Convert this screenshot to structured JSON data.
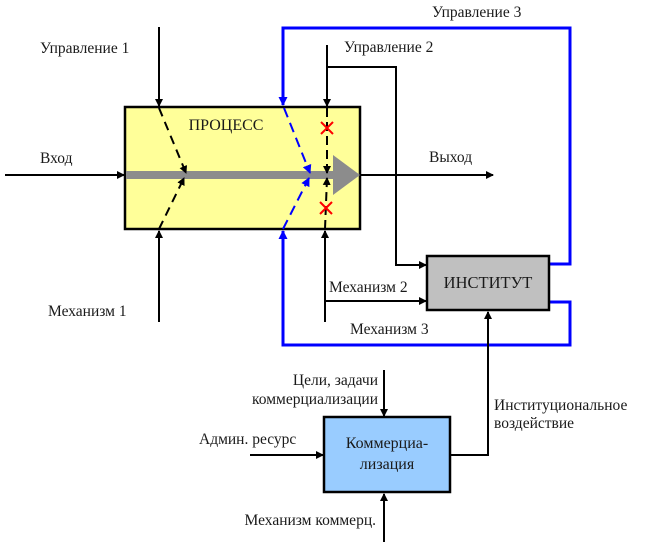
{
  "diagram": {
    "type": "IDEF0-style process diagram",
    "colors": {
      "process_fill": "#FFFF99",
      "institute_fill": "#C0C0C0",
      "commercialization_fill": "#99CCFF",
      "feedback_loop": "#0000FF",
      "blocked_mark": "#FF0000",
      "flow_arrow": "#8C8C8C",
      "line": "#000000"
    },
    "boxes": {
      "process": "ПРОЦЕСС",
      "institute": "ИНСТИТУТ",
      "commercialization_line1": "Коммерциа-",
      "commercialization_line2": "лизация"
    },
    "labels": {
      "control1": "Управление 1",
      "control2": "Управление 2",
      "control3": "Управление 3",
      "input": "Вход",
      "output": "Выход",
      "mechanism1": "Механизм 1",
      "mechanism2": "Механизм 2",
      "mechanism3": "Механизм 3",
      "goals_line1": "Цели, задачи",
      "goals_line2": "коммерциализации",
      "admin_resource": "Админ. ресурс",
      "mechanism_commerce": "Механизм коммерц.",
      "institutional_line1": "Институциональное",
      "institutional_line2": "воздействие"
    },
    "blocked_marks": [
      "control2-blocked",
      "mechanism2-blocked"
    ]
  }
}
